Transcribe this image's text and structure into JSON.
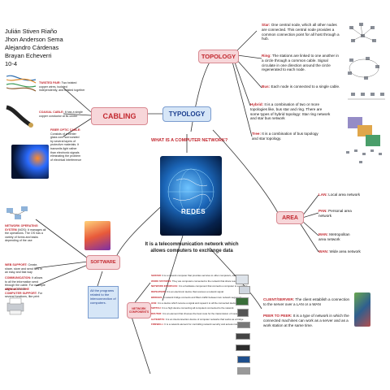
{
  "authors": [
    "Julián Stiven Riaño",
    "Jhon Anderson Sema",
    "Alejandro Cárdenas",
    "Brayan Echeverri",
    "10-4"
  ],
  "central_title": "WHAT IS A COMPUTER NETWORK?",
  "central_logo_text": "REDES",
  "definition": "It is a telecommunication network which allows computers to exchange data",
  "typology": {
    "label": "TYPOLOGY",
    "topology_label": "TOPOLOGY",
    "items": [
      {
        "name": "Star:",
        "text": "One central node, which all other nodes are connected. This central node provides a common connection point for all host through a hub."
      },
      {
        "name": "Ring:",
        "text": "The stations are linked to one another in a circle through a common cable. Signal circulate in one direction around the circle regenerated to each node."
      },
      {
        "name": "Bus:",
        "text": "Each node is connected to a single cable."
      },
      {
        "name": "Hybrid:",
        "text": "It is a combination of two or more topologies like, bus star and ring. There are some types of hybrid topology: Star ring network and star bus network"
      },
      {
        "name": "Tree:",
        "text": "It is a combination of bus topology and star topology."
      }
    ]
  },
  "area": {
    "label": "AREA",
    "items": [
      {
        "name": "LAN:",
        "text": "Local area network"
      },
      {
        "name": "PAN:",
        "text": "Personal area network"
      },
      {
        "name": "MAN:",
        "text": "Metropolitan area network"
      },
      {
        "name": "WAN:",
        "text": "Wide area network"
      }
    ]
  },
  "client_server": [
    {
      "name": "CLIENT/SERVER:",
      "text": "The client establish a connection to the server over a LAN or a WAN"
    },
    {
      "name": "PEER TO PEER:",
      "text": "It is a type of network in which the connected machines can work as a server and as a work station at the same time."
    }
  ],
  "cabling": {
    "label": "CABLING",
    "items": [
      {
        "name": "TWISTED PAIR:",
        "text": "Two twisted copper wires, isolated independently, and twisted together"
      },
      {
        "name": "COAXIAL CABLE:",
        "text": "It has a single copper conductor at its center"
      },
      {
        "name": "FIBER OPTIC CABLE:",
        "text": "Consists of a center glass core surrounded by several layers of protective materials. It transmits light rather than electronic signals eliminating the problem of electrical interference"
      }
    ]
  },
  "software": {
    "label": "SOFTWARE",
    "items": [
      {
        "name": "NETWORK OPERATING SYSTEM",
        "text": "(NOS): It manages all the operations. The OS has a variety of forms and tasks depending of the use"
      },
      {
        "name": "WEB SUPPORT:",
        "text": "Create, share, store and send files in an easy and fast way"
      },
      {
        "name": "COMMUNICATION:",
        "text": "It allows to all the information send through the cable. For example skype or filezilla"
      },
      {
        "name": "ABROAD TO THE COMPUTER SUPPORT:",
        "text": "For several functions, like print"
      }
    ],
    "all_programs": "All the programs related to the interconnection of computers."
  },
  "network_components": {
    "label": "NETWORK COMPONENTS",
    "items": [
      {
        "name": "SERVER:",
        "text": "It is a network computer that provides services to other computers, called clients"
      },
      {
        "name": "WORK STATIONS:",
        "text": "They are computers connected to the network that share resources"
      },
      {
        "name": "NETWORK INTERFACE:",
        "text": "It is a hardware component that connects a computer to a network"
      },
      {
        "name": "REPEATERS:",
        "text": "It is an electronic device that receives a network signal"
      },
      {
        "name": "BRIDGES:",
        "text": "A network bridge connects and filters traffic between two network segments"
      },
      {
        "name": "HUB:",
        "text": "It is a device which receive a signal and repeat it to all the connected devices"
      },
      {
        "name": "SWITCH:",
        "text": "It is a high device connecting all computers connected to the network"
      },
      {
        "name": "ROUTER:",
        "text": "It is an element that chooses the best route for the transmission of messages"
      },
      {
        "name": "GATEWAYS:",
        "text": "It is an interconnection device of computer networks that works as a bridge"
      },
      {
        "name": "FIREWALL:",
        "text": "It is a network element for controlling network security and access rules"
      }
    ]
  },
  "colors": {
    "pink": "#f7d6d9",
    "red_text": "#c2282f",
    "blue": "#d6e6f7",
    "blue_text": "#1c3f8f",
    "line": "#333333"
  }
}
